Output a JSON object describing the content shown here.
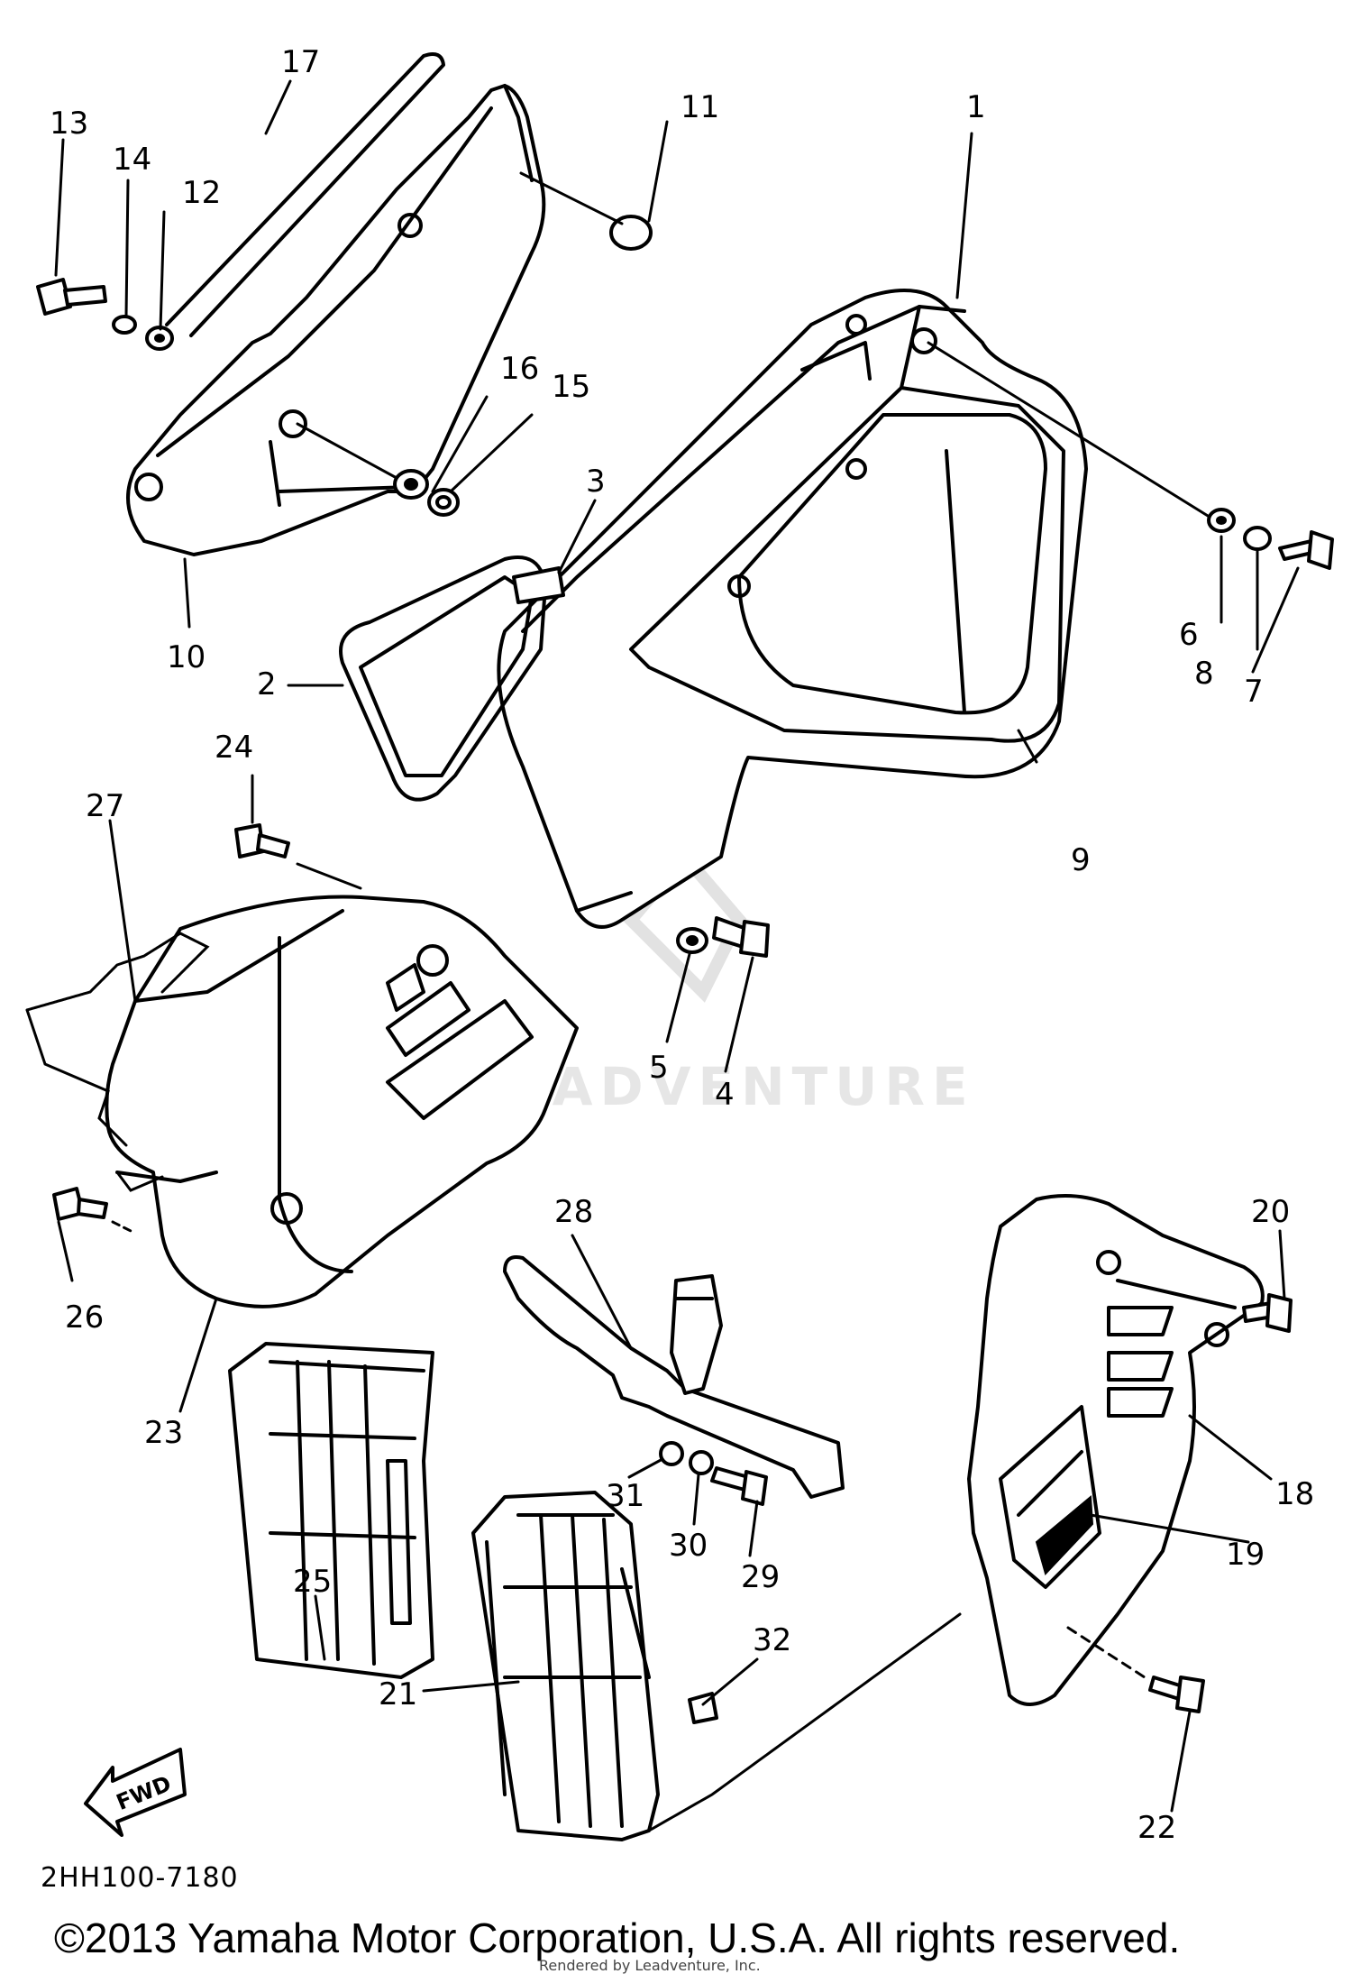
{
  "diagram": {
    "callouts": [
      "1",
      "2",
      "3",
      "4",
      "5",
      "6",
      "7",
      "8",
      "9",
      "10",
      "11",
      "12",
      "13",
      "14",
      "15",
      "16",
      "17",
      "18",
      "19",
      "20",
      "21",
      "22",
      "23",
      "24",
      "25",
      "26",
      "27",
      "28",
      "29",
      "30",
      "31",
      "32"
    ],
    "direction_label": "FWD",
    "diagram_code": "2HH100-7180",
    "watermark": "LEADVENTURE",
    "copyright": "©2013 Yamaha Motor Corporation, U.S.A. All rights reserved.",
    "rendered_by": "Rendered by Leadventure, Inc."
  }
}
